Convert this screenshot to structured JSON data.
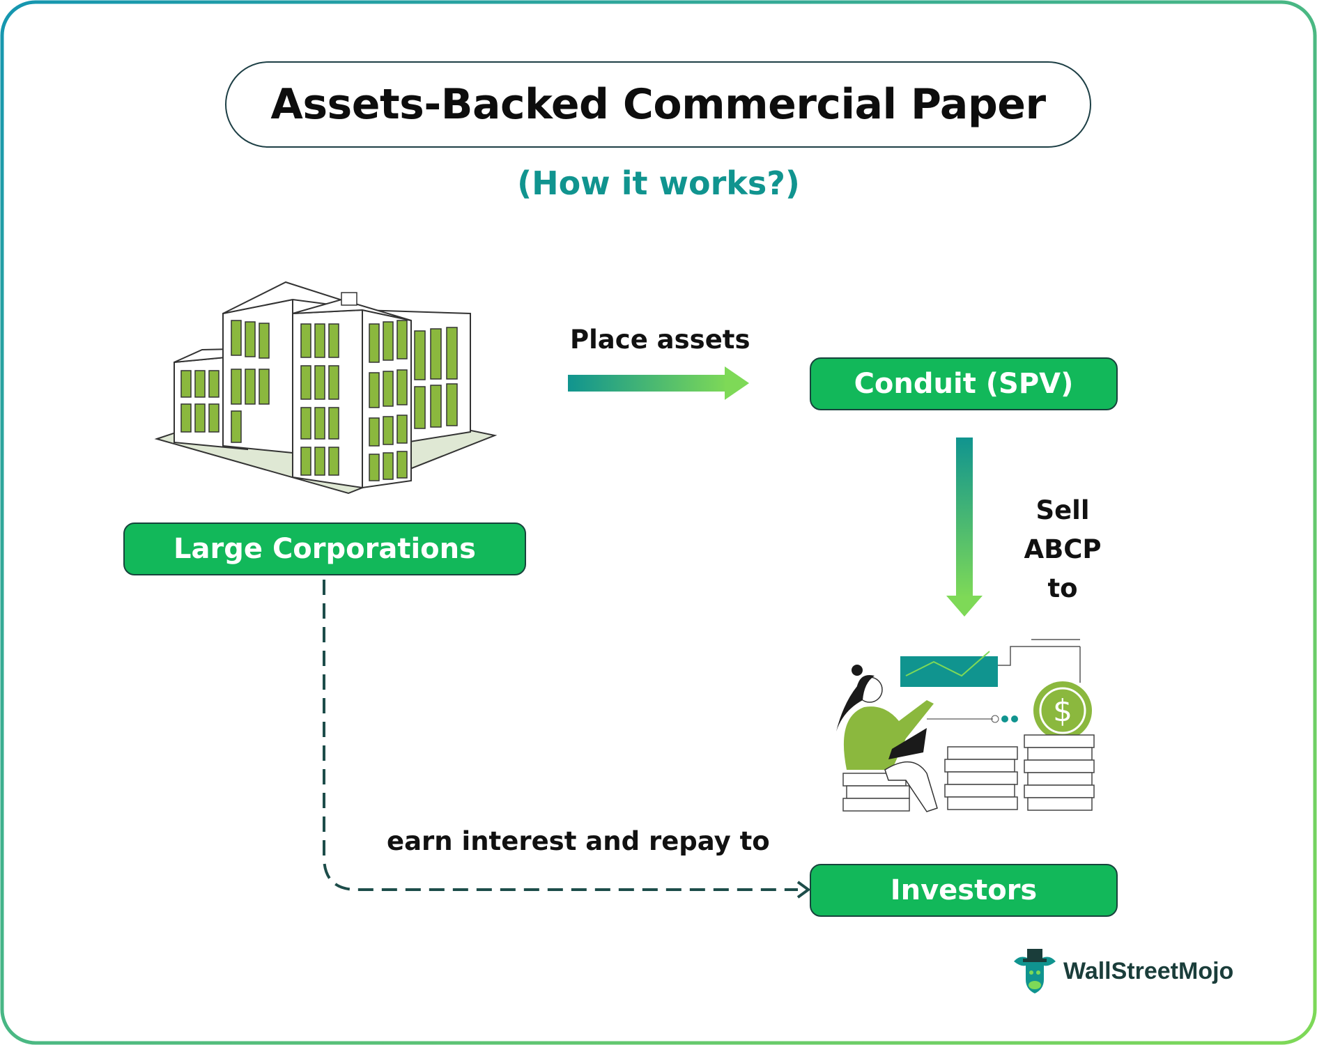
{
  "title": "Assets-Backed Commercial Paper",
  "subtitle": "(How it works?)",
  "nodes": {
    "corporations": "Large Corporations",
    "conduit": "Conduit (SPV)",
    "investors": "Investors"
  },
  "edges": {
    "place_assets": "Place assets",
    "sell_abcp_line1": "Sell ABCP",
    "sell_abcp_line2": "to",
    "repay": "earn interest and repay to"
  },
  "brand": {
    "logo_text": "WallStreetMojo"
  },
  "colors": {
    "box_green": "#12b85a",
    "teal": "#10948f",
    "light_green": "#7ed957",
    "dark_teal": "#17433c",
    "building_window": "#8bb83e"
  }
}
